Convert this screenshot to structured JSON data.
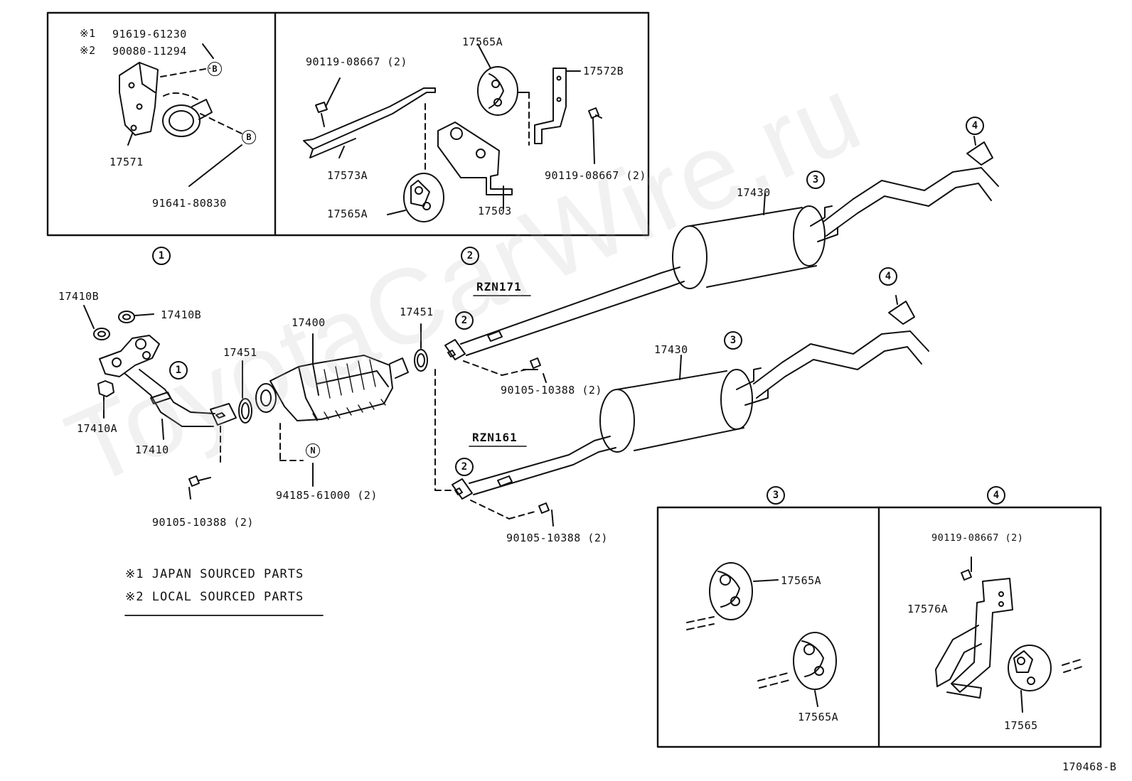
{
  "watermark": "ToyotaCarWire.ru",
  "inset1": {
    "ref": "1",
    "note1_marker": "※1",
    "note1_part": "91619-61230",
    "note2_marker": "※2",
    "note2_part": "90080-11294",
    "clamp": "17571",
    "bolt": "91641-80830",
    "b_marker": "B"
  },
  "inset2": {
    "ref": "2",
    "bolt_a": "90119-08667 (2)",
    "hanger_top": "17565A",
    "bracket_top": "17572B",
    "bracket_long": "17573A",
    "bolt_b": "90119-08667 (2)",
    "hanger_bottom": "17565A",
    "bracket_mid": "17503"
  },
  "main": {
    "gasket_1": "17410B",
    "gasket_2": "17410B",
    "flange_ref": "1",
    "nut": "17410A",
    "front_pipe": "17410",
    "gasket_a": "17451",
    "converter": "17400",
    "gasket_b": "17451",
    "n_marker": "N",
    "converter_bolt": "94185-61000 (2)",
    "front_bolt": "90105-10388 (2)",
    "model_a": "RZN171",
    "model_b": "RZN161",
    "tail_a": "17430",
    "tail_b": "17430",
    "ref2_a": "2",
    "ref2_b": "2",
    "ref3_a": "3",
    "ref3_b": "3",
    "ref4_a": "4",
    "ref4_b": "4",
    "bolt_a": "90105-10388 (2)",
    "bolt_b": "90105-10388 (2)"
  },
  "notes": {
    "line1": "※1  JAPAN  SOURCED  PARTS",
    "line2": "※2  LOCAL  SOURCED  PARTS"
  },
  "inset3": {
    "ref": "3",
    "hanger_a": "17565A",
    "hanger_b": "17565A"
  },
  "inset4": {
    "ref": "4",
    "bolt": "90119-08667 (2)",
    "bracket": "17576A",
    "hanger": "17565"
  },
  "figure_id": "170468-B"
}
